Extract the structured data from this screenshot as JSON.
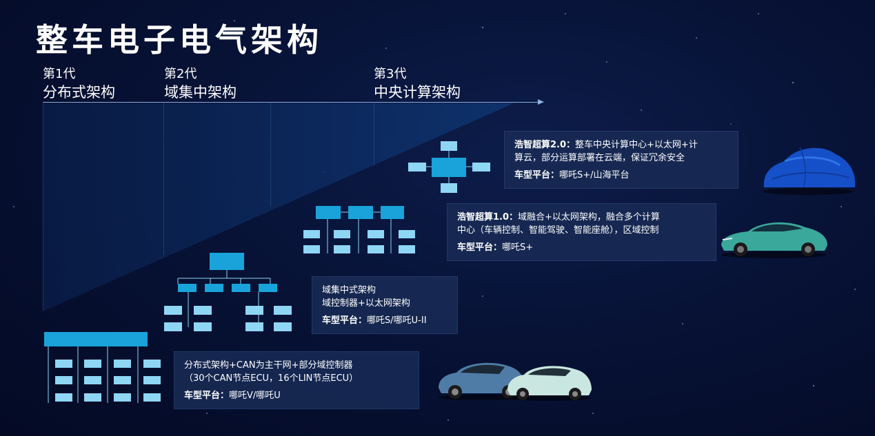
{
  "title": "整车电子电气架构",
  "generations": [
    {
      "num": "第1代",
      "name": "分布式架构"
    },
    {
      "num": "第2代",
      "name": "域集中架构"
    },
    {
      "num": "第3代",
      "name": "中央计算架构"
    }
  ],
  "cards": [
    {
      "id": "haozhi-2",
      "heading": "浩智超算2.0：",
      "line1": "整车中央计算中心+以太网+计",
      "line2": "算云，部分运算部署在云端，保证冗余安全",
      "platform_label": "车型平台：",
      "platform_value": "哪吒S+/山海平台"
    },
    {
      "id": "haozhi-1",
      "heading": "浩智超算1.0：",
      "line1": "域融合+以太网架构，融合多个计算",
      "line2": "中心（车辆控制、智能驾驶、智能座舱），区域控制",
      "platform_label": "车型平台：",
      "platform_value": "哪吒S+"
    },
    {
      "id": "domain",
      "heading": "",
      "line1": "域集中式架构",
      "line2": "域控制器+以太网架构",
      "platform_label": "车型平台：",
      "platform_value": "哪吒S/哪吒U-II"
    },
    {
      "id": "distributed",
      "heading": "",
      "line1": "分布式架构+CAN为主干网+部分域控制器",
      "line2": "（30个CAN节点ECU，16个LIN节点ECU）",
      "platform_label": "车型平台：",
      "platform_value": "哪吒V/哪吒U"
    }
  ],
  "colors": {
    "block": "#19a3da",
    "light_block": "#8ed6f4",
    "wedge": "#0c2a5c",
    "card_bg": "#182a54"
  }
}
